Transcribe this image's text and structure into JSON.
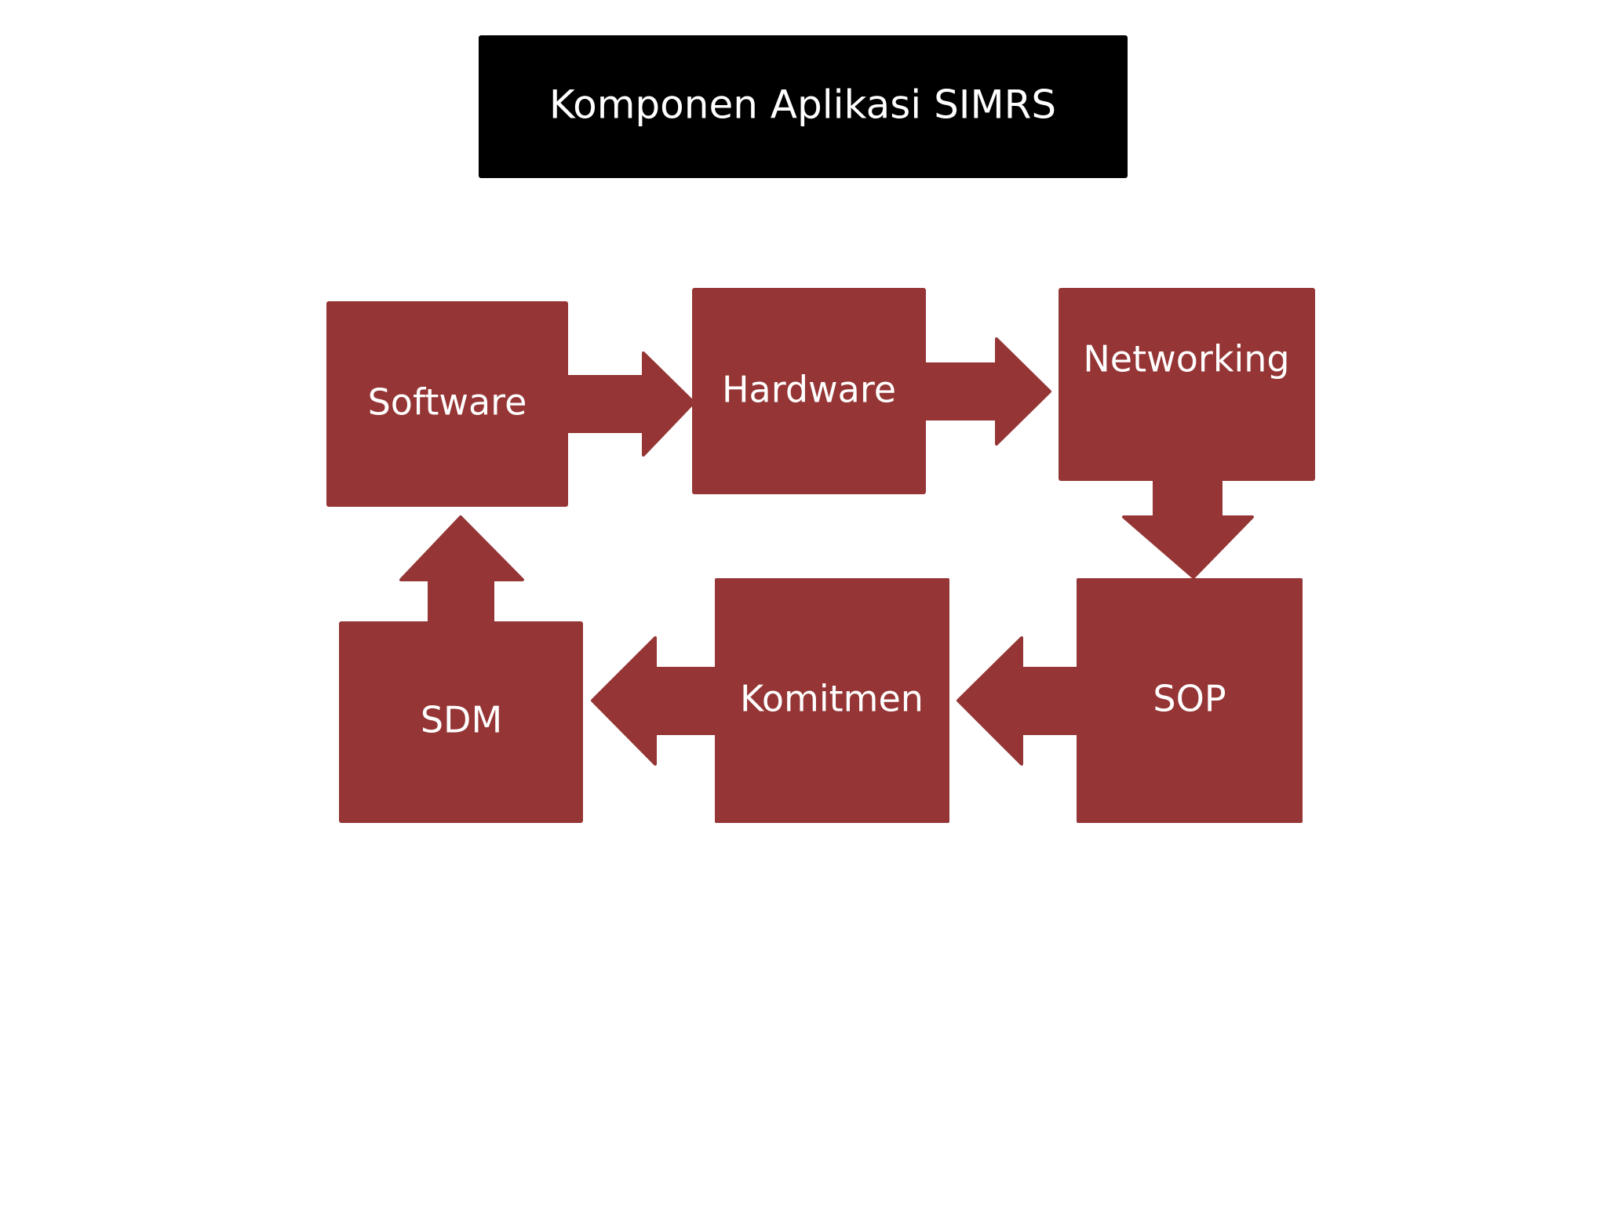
{
  "title": "Komponen Aplikasi SIMRS",
  "nodes": {
    "software": "Software",
    "hardware": "Hardware",
    "networking": "Networking",
    "sop": "SOP",
    "komitmen": "Komitmen",
    "sdm": "SDM"
  },
  "colors": {
    "box": "#953535",
    "title_bg": "#000000",
    "text": "#ffffff",
    "background": "#ffffff"
  }
}
